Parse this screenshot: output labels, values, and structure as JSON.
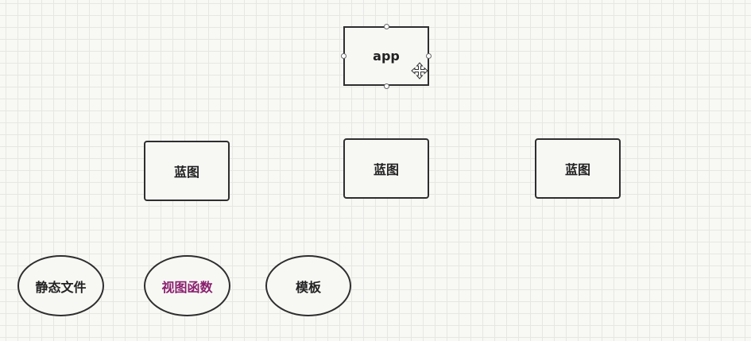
{
  "nodes": {
    "app": "app",
    "blueprint_1": "蓝图",
    "blueprint_2": "蓝图",
    "blueprint_3": "蓝图",
    "static_files": "静态文件",
    "view_functions": "视图函数",
    "templates": "模板"
  },
  "colors": {
    "border": "#2e2e2e",
    "text": "#222222",
    "highlight_text": "#8a1f6e",
    "grid": "#e6e6e2"
  },
  "icons": {
    "cursor": "move-cursor-icon"
  }
}
